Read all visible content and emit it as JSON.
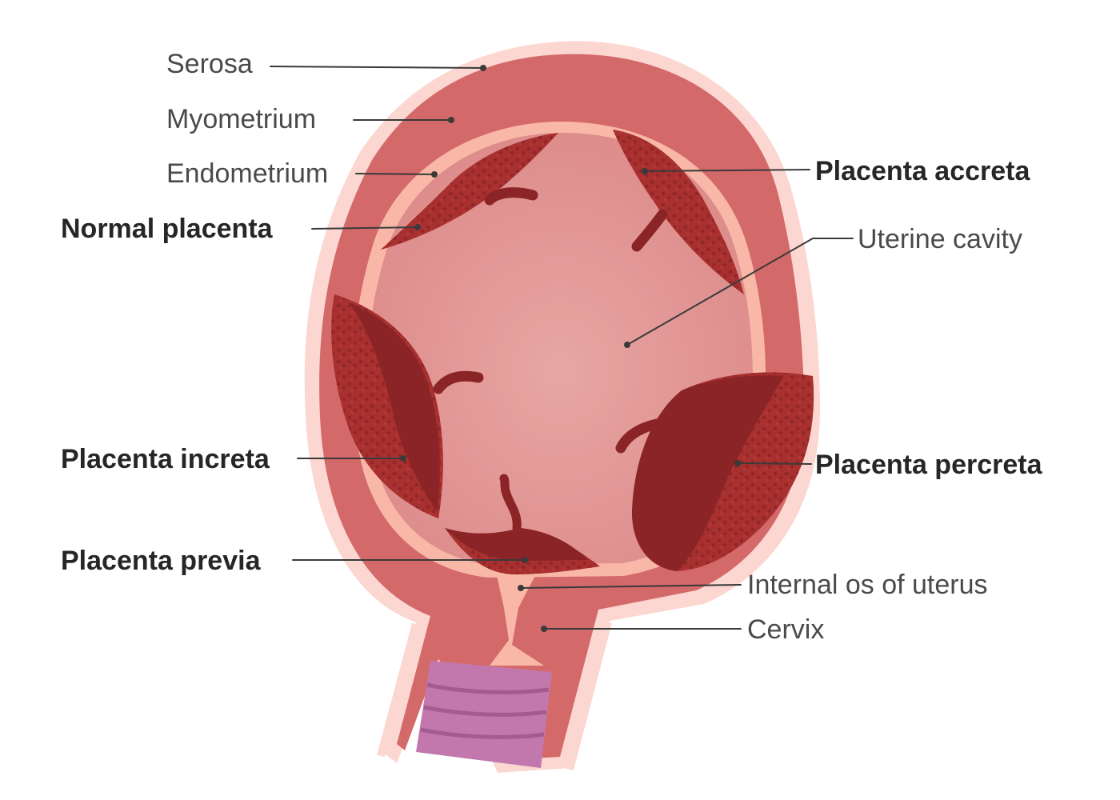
{
  "labels": {
    "serosa": "Serosa",
    "myometrium": "Myometrium",
    "endometrium": "Endometrium",
    "normal_placenta": "Normal placenta",
    "placenta_accreta": "Placenta accreta",
    "uterine_cavity": "Uterine cavity",
    "placenta_increta": "Placenta increta",
    "placenta_percreta": "Placenta percreta",
    "placenta_previa": "Placenta previa",
    "internal_os": "Internal os of uterus",
    "cervix": "Cervix"
  },
  "colors": {
    "serosa": "#fcd6d0",
    "myometrium": "#d4696a",
    "endometrium": "#f8b7a7",
    "cavity_center": "#e8a6a2",
    "cavity_edge": "#dc8a8a",
    "placenta": "#8a2426",
    "placenta_light": "#a8302f",
    "vagina": "#c278ad",
    "vagina_dark": "#a45b90",
    "label_thin": "#4a4a4a",
    "label_bold": "#262626",
    "leader": "#3a3a3a"
  }
}
